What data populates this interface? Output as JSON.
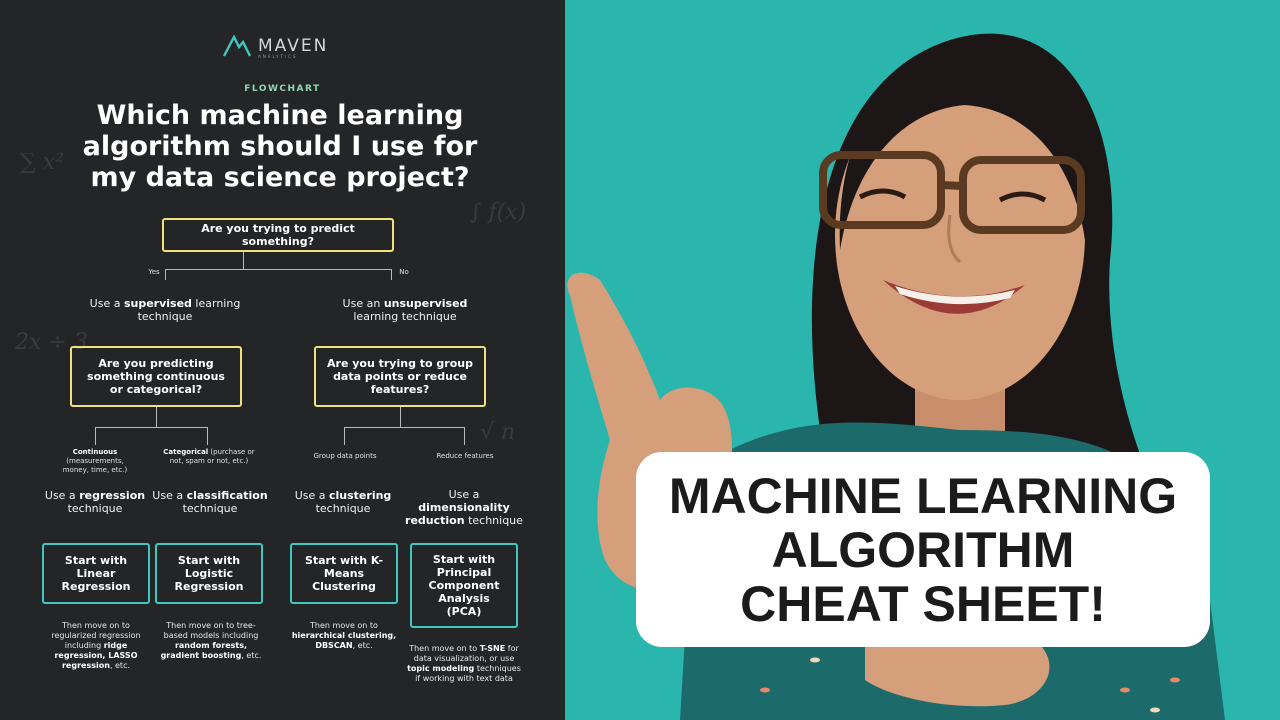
{
  "logo": {
    "name": "MAVEN",
    "sub": "ANALYTICS"
  },
  "kicker": "FLOWCHART",
  "title": [
    "Which machine learning",
    "algorithm should I use for",
    "my data science project?"
  ],
  "root_question": "Are you trying to predict something?",
  "yes_label": "Yes",
  "no_label": "No",
  "supervised": {
    "pre": "Use a ",
    "bold": "supervised",
    "post": " learning technique"
  },
  "unsupervised": {
    "pre": "Use an ",
    "bold": "unsupervised",
    "post": " learning technique"
  },
  "q_left": "Are you predicting something continuous or categorical?",
  "q_right": "Are you trying to group data points or reduce features?",
  "branches": {
    "continuous": {
      "bold": "Continuous",
      "rest": " (measurements, money, time, etc.)"
    },
    "categorical": {
      "bold": "Categorical",
      "rest": " (purchase or not, spam or not, etc.)"
    },
    "group": "Group data points",
    "reduce": "Reduce features"
  },
  "techniques": {
    "regression": {
      "pre": "Use a ",
      "bold": "regression",
      "post": " technique"
    },
    "classification": {
      "pre": "Use a ",
      "bold": "classification",
      "post": " technique"
    },
    "clustering": {
      "pre": "Use a ",
      "bold": "clustering",
      "post": " technique"
    },
    "dimred": {
      "pre": "Use a ",
      "bold": "dimensionality reduction",
      "post": " technique"
    }
  },
  "starts": {
    "linear": "Start with Linear Regression",
    "logistic": "Start with Logistic Regression",
    "kmeans": "Start with K-Means Clustering",
    "pca": "Start with Principal Component Analysis (PCA)"
  },
  "notes": {
    "linear": {
      "pre": "Then move on to regularized regression including ",
      "bold": "ridge regression, LASSO regression",
      "post": ", etc."
    },
    "logistic": {
      "pre": "Then move on to tree-based models including ",
      "bold": "random forests, gradient boosting",
      "post": ", etc."
    },
    "kmeans": {
      "pre": "Then move on to ",
      "bold": "hierarchical clustering, DBSCAN",
      "post": ", etc."
    },
    "pca": {
      "pre": "Then move on to ",
      "bold": "T-SNE",
      "mid": " for data visualization, or use ",
      "bold2": "topic modeling",
      "post": " techniques if working with text data"
    }
  },
  "caption": [
    "MACHINE LEARNING",
    "ALGORITHM",
    "CHEAT SHEET!"
  ],
  "colors": {
    "background": "#2ab6ad",
    "panel": "#242526",
    "question_border": "#f0e27a",
    "start_border": "#3ec8c0",
    "kicker": "#8fd9b4"
  }
}
